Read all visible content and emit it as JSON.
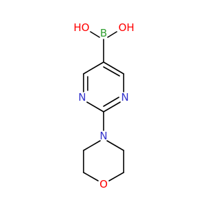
{
  "molecule": {
    "colors": {
      "bond": "#000000",
      "nitrogen": "#3333cc",
      "oxygen": "#ff0000",
      "boron": "#33a033"
    },
    "atoms": {
      "hydroxyl_left": "HO",
      "boron": "B",
      "hydroxyl_right": "OH",
      "nitrogen_ring_left": "N",
      "nitrogen_ring_right": "N",
      "nitrogen_morpholine": "N",
      "oxygen_morpholine": "O"
    }
  }
}
